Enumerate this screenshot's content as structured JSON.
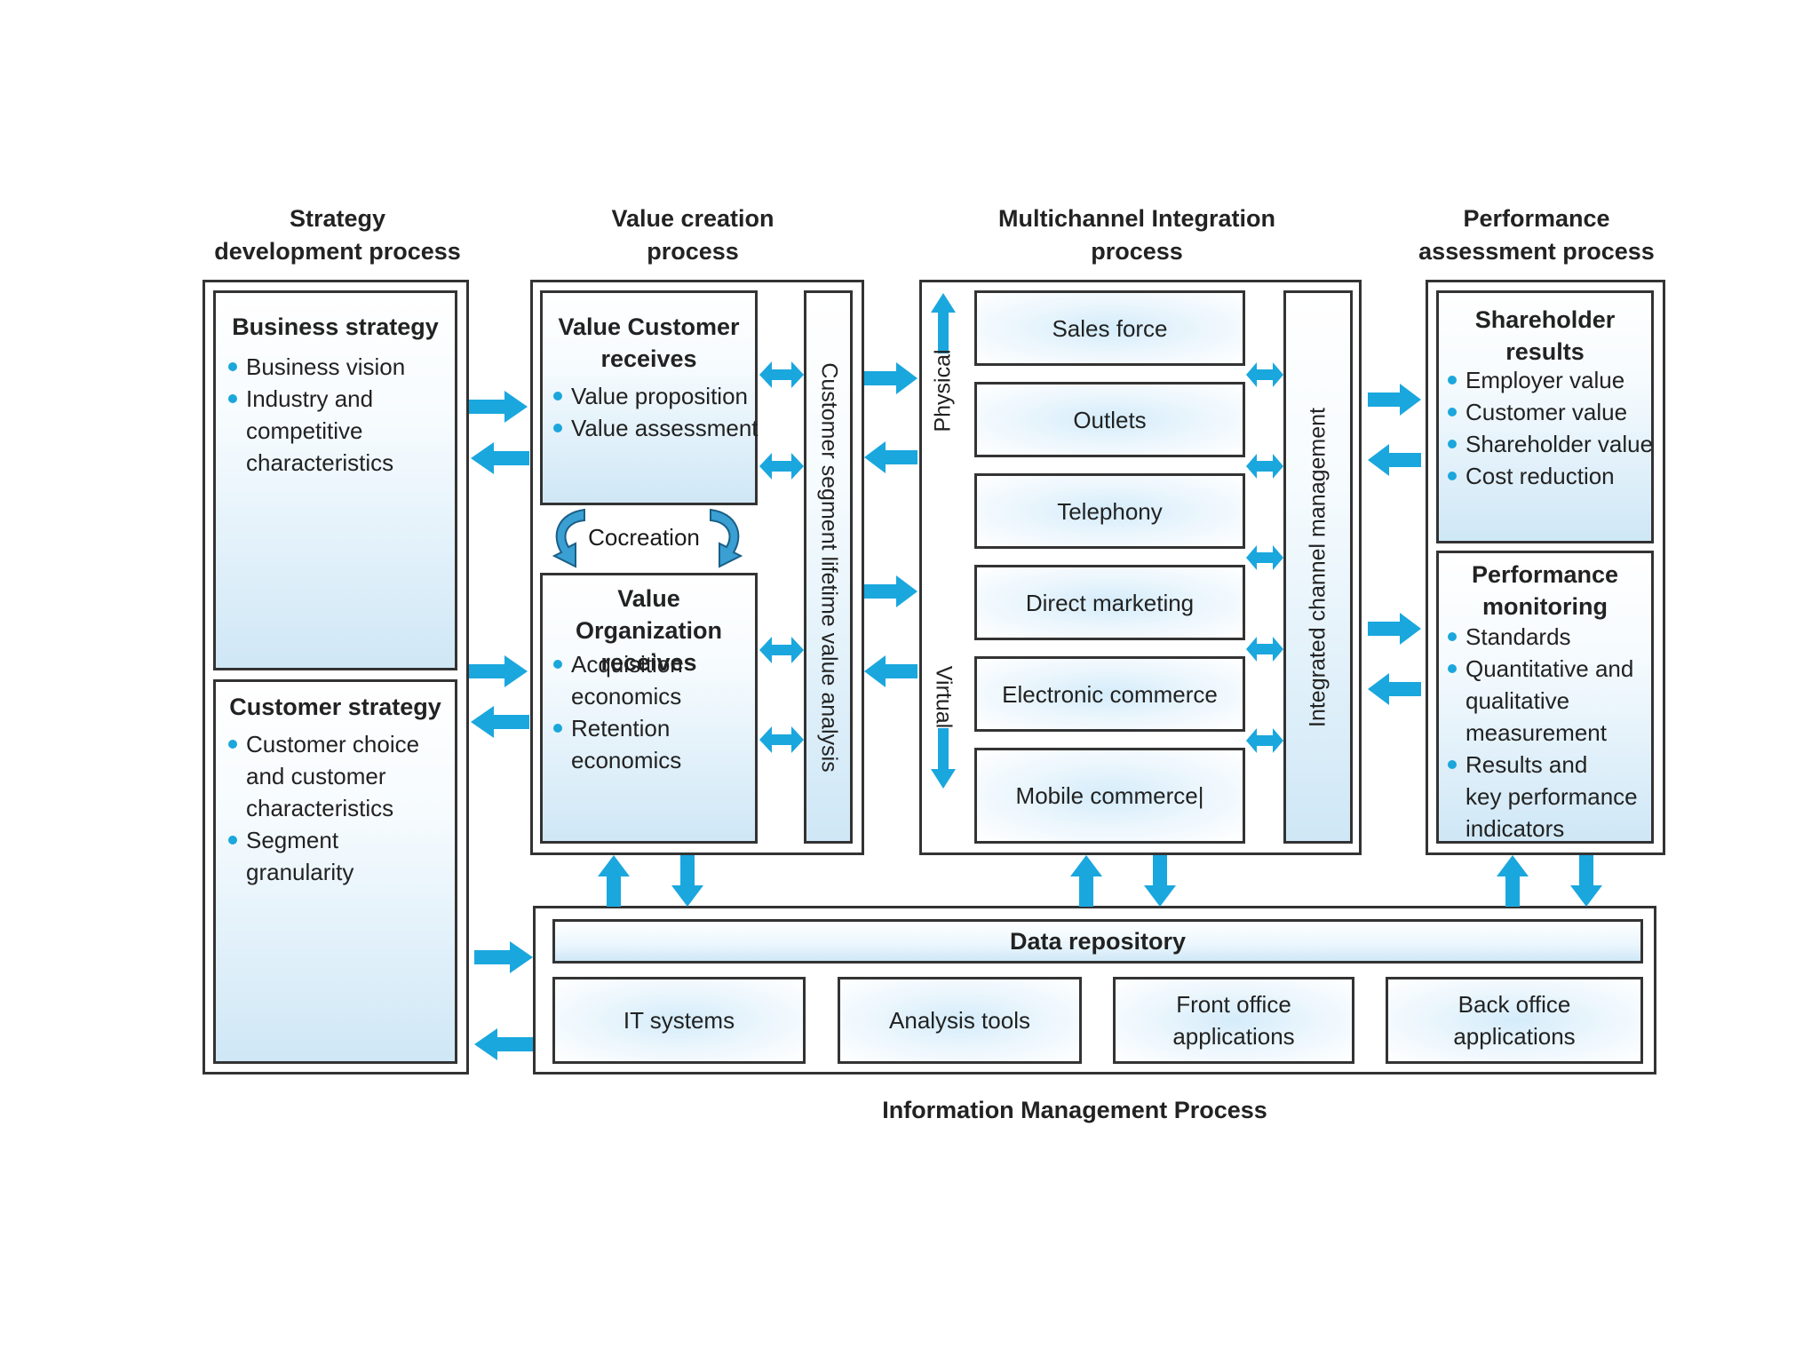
{
  "headings": {
    "strategy": "Strategy\ndevelopment process",
    "value": "Value creation\nprocess",
    "multichannel": "Multichannel Integration\nprocess",
    "performance": "Performance\nassessment process",
    "information": "Information Management Process"
  },
  "strategy": {
    "business": {
      "title": "Business strategy",
      "items": [
        "Business vision",
        "Industry and\ncompetitive\ncharacteristics"
      ]
    },
    "customer": {
      "title": "Customer strategy",
      "items": [
        "Customer choice\nand customer\ncharacteristics",
        "Segment granularity"
      ]
    }
  },
  "value_creation": {
    "customer_receives": {
      "title": "Value Customer\nreceives",
      "items": [
        "Value proposition",
        "Value assessment"
      ]
    },
    "cocreation": "Cocreation",
    "organization_receives": {
      "title": "Value Organization\nreceives",
      "items": [
        "Acquisition\neconomics",
        "Retention\neconomics"
      ]
    },
    "segment_analysis": "Customer segment lifetime value analysis"
  },
  "multichannel": {
    "physical": "Physical",
    "virtual": "Virtual",
    "channels": [
      "Sales force",
      "Outlets",
      "Telephony",
      "Direct marketing",
      "Electronic commerce",
      "Mobile commerce|"
    ],
    "integrated": "Integrated channel management"
  },
  "performance": {
    "shareholder": {
      "title": "Shareholder\nresults",
      "items": [
        "Employer value",
        "Customer value",
        "Shareholder value",
        "Cost reduction"
      ]
    },
    "monitoring": {
      "title": "Performance\nmonitoring",
      "items": [
        "Standards",
        "Quantitative and\nqualitative\nmeasurement",
        "Results and\nkey performance\nindicators"
      ]
    }
  },
  "information": {
    "repository": "Data repository",
    "systems": [
      "IT systems",
      "Analysis tools",
      "Front office\napplications",
      "Back office\napplications"
    ]
  },
  "colors": {
    "arrow": "#1aa7de",
    "bullet": "#1ba6dc",
    "border": "#333333"
  }
}
